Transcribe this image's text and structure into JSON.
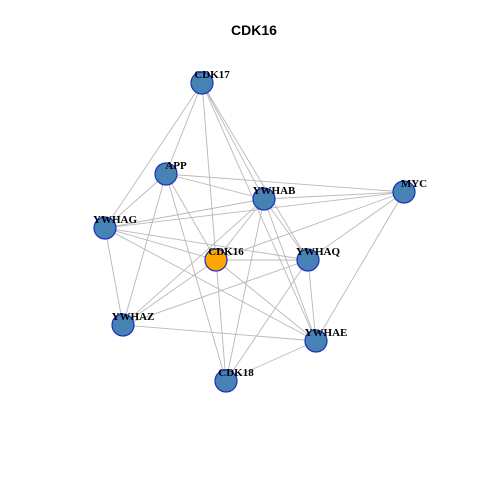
{
  "title": "CDK16",
  "colors": {
    "background": "#ffffff",
    "edge": "#b8b8b8",
    "node_default": "#4682b4",
    "node_focus": "#ffa500",
    "node_border": "#1a2fbf"
  },
  "nodes": [
    {
      "id": "CDK17",
      "label": "CDK17",
      "focus": false
    },
    {
      "id": "APP",
      "label": "APP",
      "focus": false
    },
    {
      "id": "YWHAB",
      "label": "YWHAB",
      "focus": false
    },
    {
      "id": "MYC",
      "label": "MYC",
      "focus": false
    },
    {
      "id": "YWHAG",
      "label": "YWHAG",
      "focus": false
    },
    {
      "id": "CDK16",
      "label": "CDK16",
      "focus": true
    },
    {
      "id": "YWHAQ",
      "label": "YWHAQ",
      "focus": false
    },
    {
      "id": "YWHAZ",
      "label": "YWHAZ",
      "focus": false
    },
    {
      "id": "YWHAE",
      "label": "YWHAE",
      "focus": false
    },
    {
      "id": "CDK18",
      "label": "CDK18",
      "focus": false
    }
  ],
  "edges": [
    [
      "CDK17",
      "APP"
    ],
    [
      "CDK17",
      "YWHAB"
    ],
    [
      "CDK17",
      "YWHAG"
    ],
    [
      "CDK17",
      "CDK16"
    ],
    [
      "CDK17",
      "YWHAQ"
    ],
    [
      "CDK17",
      "YWHAE"
    ],
    [
      "APP",
      "YWHAB"
    ],
    [
      "APP",
      "MYC"
    ],
    [
      "APP",
      "YWHAG"
    ],
    [
      "APP",
      "CDK16"
    ],
    [
      "APP",
      "YWHAZ"
    ],
    [
      "APP",
      "CDK18"
    ],
    [
      "YWHAB",
      "MYC"
    ],
    [
      "YWHAB",
      "YWHAG"
    ],
    [
      "YWHAB",
      "CDK16"
    ],
    [
      "YWHAB",
      "YWHAQ"
    ],
    [
      "YWHAB",
      "YWHAZ"
    ],
    [
      "YWHAB",
      "YWHAE"
    ],
    [
      "YWHAB",
      "CDK18"
    ],
    [
      "MYC",
      "YWHAG"
    ],
    [
      "MYC",
      "CDK16"
    ],
    [
      "MYC",
      "YWHAQ"
    ],
    [
      "MYC",
      "YWHAE"
    ],
    [
      "YWHAG",
      "CDK16"
    ],
    [
      "YWHAG",
      "YWHAQ"
    ],
    [
      "YWHAG",
      "YWHAZ"
    ],
    [
      "YWHAG",
      "YWHAE"
    ],
    [
      "CDK16",
      "YWHAQ"
    ],
    [
      "CDK16",
      "YWHAZ"
    ],
    [
      "CDK16",
      "YWHAE"
    ],
    [
      "CDK16",
      "CDK18"
    ],
    [
      "YWHAQ",
      "YWHAZ"
    ],
    [
      "YWHAQ",
      "YWHAE"
    ],
    [
      "YWHAQ",
      "CDK18"
    ],
    [
      "YWHAZ",
      "YWHAE"
    ],
    [
      "YWHAE",
      "CDK18"
    ]
  ]
}
